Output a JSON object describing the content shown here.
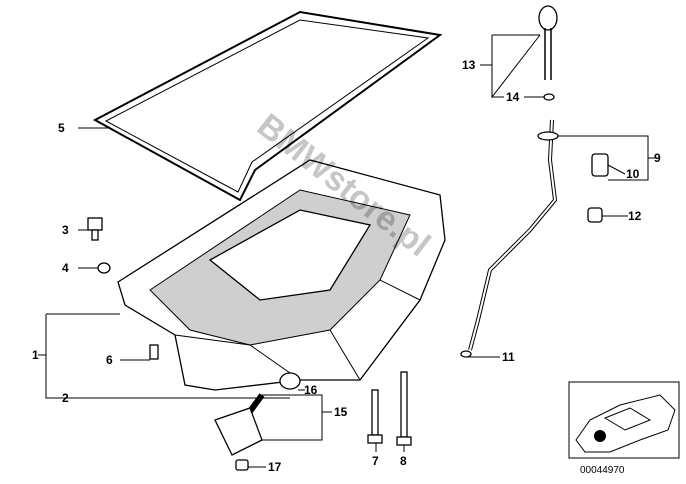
{
  "watermark": "BMWstore.pl",
  "diagram_code": "00044970",
  "callouts": {
    "c1": "1",
    "c2": "2",
    "c3": "3",
    "c4": "4",
    "c5": "5",
    "c6": "6",
    "c7": "7",
    "c8": "8",
    "c9": "9",
    "c10": "10",
    "c11": "11",
    "c12": "12",
    "c13": "13",
    "c14": "14",
    "c15": "15",
    "c16": "16",
    "c17": "17"
  }
}
